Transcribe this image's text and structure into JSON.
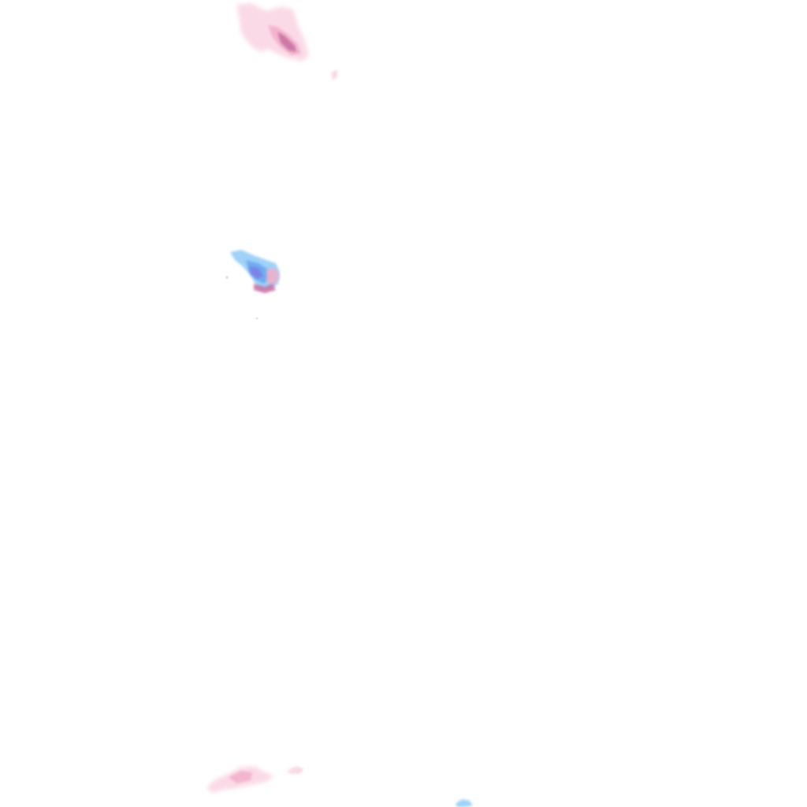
{
  "map": {
    "background": "#ffffff",
    "palette": {
      "rain_light": "#f9d3e2",
      "rain_medium": "#f2afca",
      "rain_heavy": "#c66fa0",
      "snow_light": "#9ad0f8",
      "snow_medium": "#6aa7ef",
      "snow_heavy": "#7b7ee6"
    },
    "precipitation_cells": [
      {
        "type": "rain"
      },
      {
        "type": "mixed"
      },
      {
        "type": "rain"
      },
      {
        "type": "snow"
      }
    ]
  }
}
